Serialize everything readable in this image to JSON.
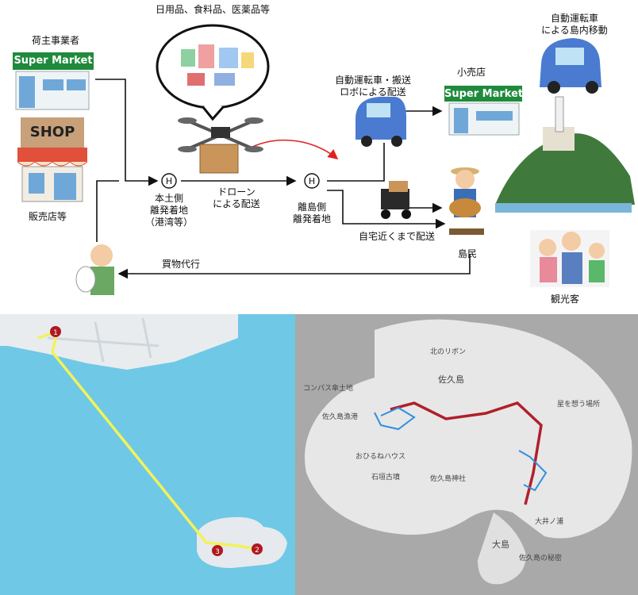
{
  "diagram": {
    "shipper_label": "荷主事業者",
    "supermarket_sign": "Super Market",
    "shop_sign": "SHOP",
    "seller_label": "販売店等",
    "goods_label": "日用品、食料品、医薬品等",
    "mainland_port": {
      "marker": "H",
      "lines": [
        "本土側",
        "離発着地",
        "（港湾等）"
      ]
    },
    "drone_label": [
      "ドローン",
      "による配送"
    ],
    "island_port": {
      "marker": "H",
      "lines": [
        "離島側",
        "離発着地"
      ]
    },
    "auto_vehicle_robot": [
      "自動運転車・搬送",
      "ロボによる配送"
    ],
    "retail_store": "小売店",
    "auto_car_island": [
      "自動運転車",
      "による島内移動"
    ],
    "home_delivery": "自宅近くまで配送",
    "islander": "島民",
    "shopping_proxy": "買物代行",
    "tourists": "観光客"
  },
  "map1": {
    "markers": [
      "1",
      "2",
      "3"
    ],
    "route_color": "#f2f25a",
    "sea_color": "#6fc8e6"
  },
  "map2": {
    "labels": {
      "north_ribbon": "北のリボン",
      "saku_island": "佐久島",
      "konpas": "コンパス傘土地",
      "stars": "星を想う場所",
      "sakushima_port": "佐久島漁港",
      "ohirune": "おひるねハウス",
      "ishigaki": "石垣古墳",
      "saku_shrine": "佐久島神社",
      "oshima_area": "大井ノ浦",
      "oshima": "大島",
      "sakushima_art": "佐久島の秘密"
    },
    "route_colors": {
      "main": "#b0202a",
      "local": "#2f8fe0"
    }
  }
}
